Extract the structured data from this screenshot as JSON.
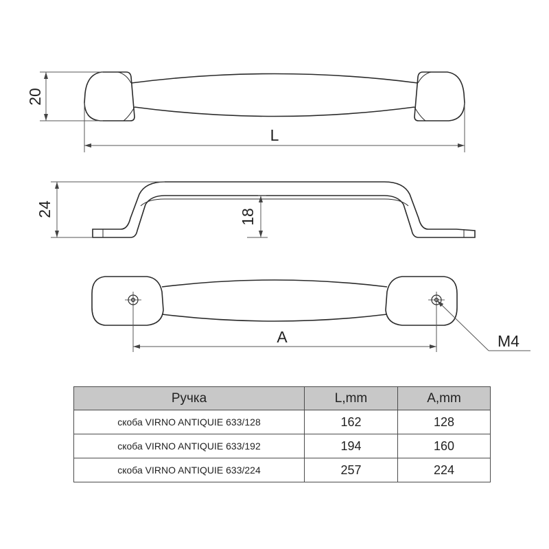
{
  "dimensions": {
    "top_height": "20",
    "overall_length": "L",
    "side_height": "24",
    "inner_height": "18",
    "hole_spacing": "A",
    "thread": "M4"
  },
  "table": {
    "headers": [
      "Ручка",
      "L,mm",
      "A,mm"
    ],
    "rows": [
      {
        "name": "скоба VIRNO ANTIQUIE 633/128",
        "L": "162",
        "A": "128"
      },
      {
        "name": "скоба VIRNO ANTIQUIE 633/192",
        "L": "194",
        "A": "160"
      },
      {
        "name": "скоба VIRNO ANTIQUIE 633/224",
        "L": "257",
        "A": "224"
      }
    ]
  }
}
